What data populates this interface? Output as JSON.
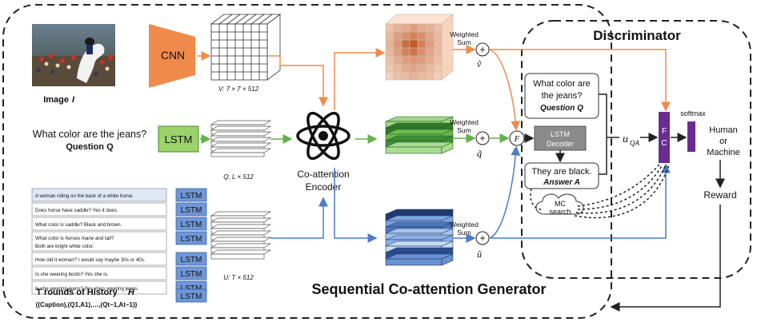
{
  "title": "Sequential Co-attention Generator",
  "discriminator_title": "Discriminator",
  "image_caption": "Image",
  "image_symbol": "I",
  "cnn_label": "CNN",
  "lstm_label": "LSTM",
  "v_dims": "V: 7 × 7 × 512",
  "q_dims": "Q: L × 512",
  "u_dims": "U: T × 512",
  "question_text": "What color are the jeans?",
  "question_label": "Question Q",
  "coattention_label": "Co-attention",
  "coattention_label2": "Encoder",
  "weighted_sum": "Weighted",
  "weighted_sum2": "Sum",
  "v_tilde": "ṽ",
  "q_tilde": "q̃",
  "u_tilde": "ũ",
  "plus": "+",
  "f_label": "F",
  "disc_question": [
    "What color are",
    "the jeans?"
  ],
  "disc_question_label": "Question Q",
  "lstm_decoder": [
    "LSTM",
    "Decoder"
  ],
  "answer_text": "They are black.",
  "answer_label": "Answer A",
  "mc_search": [
    "MC",
    "search"
  ],
  "u_qa": "u",
  "u_qa_sub": "QA",
  "fc_label": [
    "F",
    "C"
  ],
  "softmax": "softmax",
  "human_machine": [
    "Human",
    "or",
    "Machine"
  ],
  "reward": "Reward",
  "history_items": [
    "A woman riding on the back of a white horse.",
    "Does horse have saddle? Yes it does.",
    "What color is saddle? Black and brown.",
    "What color is horses mane and tail? Both are bright white color.",
    "How old it woman? I would say maybe 30s or 40s.",
    "Is she wearing boots? Yes she is.",
    "Is she wearing jeans? Yes she's wearing jeans."
  ],
  "history_label": "T rounds of History",
  "history_symbol": "H",
  "history_formula": "((Caption),(Q1,A1),…,(Qt−1,At−1))",
  "colors": {
    "orange": "#f08a4b",
    "green": "#63b24a",
    "blue": "#4a7cc9",
    "purple": "#6a2c91"
  }
}
